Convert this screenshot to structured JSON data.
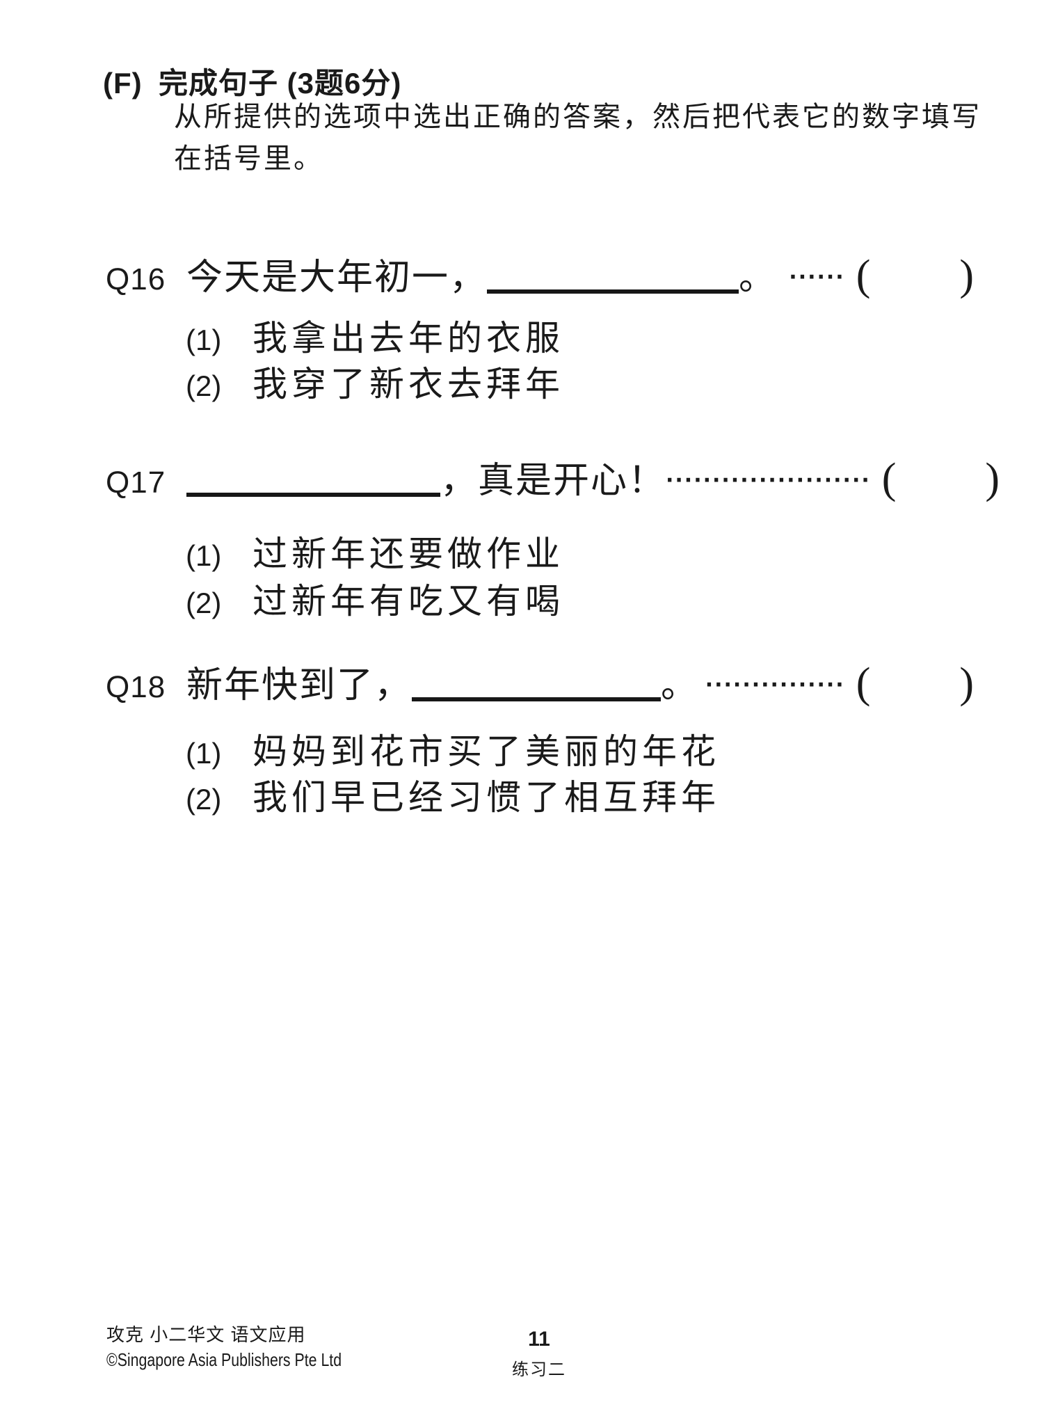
{
  "header": {
    "section_label": "(F)",
    "section_title": "完成句子 (3题6分)",
    "instructions_line1": "从所提供的选项中选出正确的答案，然后把代表它的数字填写",
    "instructions_line2": "在括号里。"
  },
  "marks": {
    "open_paren": "(",
    "close_paren": ")"
  },
  "questions": [
    {
      "id": "Q16",
      "pre_blank": "今天是大年初一，",
      "post_blank": "。",
      "leader_dots": "······",
      "options": [
        {
          "num": "(1)",
          "text": "我拿出去年的衣服"
        },
        {
          "num": "(2)",
          "text": "我穿了新衣去拜年"
        }
      ]
    },
    {
      "id": "Q17",
      "pre_blank": "",
      "post_blank": "，真是开心！",
      "leader_dots": "······················",
      "options": [
        {
          "num": "(1)",
          "text": "过新年还要做作业"
        },
        {
          "num": "(2)",
          "text": "过新年有吃又有喝"
        }
      ]
    },
    {
      "id": "Q18",
      "pre_blank": "新年快到了，",
      "post_blank": "。",
      "leader_dots": "···············",
      "options": [
        {
          "num": "(1)",
          "text": "妈妈到花市买了美丽的年花"
        },
        {
          "num": "(2)",
          "text": "我们早已经习惯了相互拜年"
        }
      ]
    }
  ],
  "footer": {
    "book_title": "攻克 小二华文 语文应用",
    "copyright": "©Singapore Asia Publishers Pte Ltd",
    "page_number": "11",
    "exercise_label": "练习二"
  }
}
